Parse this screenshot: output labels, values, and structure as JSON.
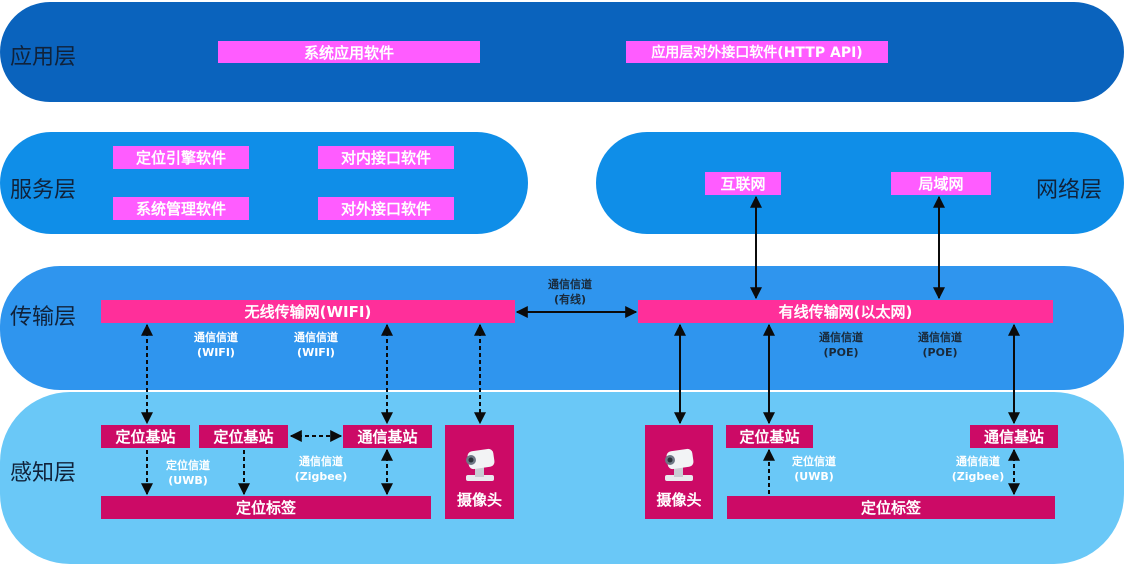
{
  "layers": {
    "application": {
      "title": "应用层",
      "boxes": [
        "系统应用软件",
        "应用层对外接口软件(HTTP API)"
      ]
    },
    "service": {
      "title": "服务层",
      "boxes": [
        "定位引擎软件",
        "对内接口软件",
        "系统管理软件",
        "对外接口软件"
      ]
    },
    "network": {
      "title": "网络层",
      "boxes": [
        "互联网",
        "局域网"
      ]
    },
    "transport": {
      "title": "传输层",
      "wireless": "无线传输网(WIFI)",
      "wired": "有线传输网(以太网)",
      "link": {
        "line1": "通信信道",
        "line2": "(有线)"
      },
      "wifi_channels": [
        {
          "line1": "通信信道",
          "line2": "(WIFI)"
        },
        {
          "line1": "通信信道",
          "line2": "(WIFI)"
        }
      ],
      "poe_channels": [
        {
          "line1": "通信信道",
          "line2": "(POE)"
        },
        {
          "line1": "通信信道",
          "line2": "(POE)"
        }
      ]
    },
    "perception": {
      "title": "感知层",
      "left": {
        "base1": "定位基站",
        "base2": "定位基站",
        "comm": "通信基站",
        "tag": "定位标签",
        "camera": "摄像头",
        "uwb": {
          "line1": "定位信道",
          "line2": "(UWB)"
        },
        "zigbee": {
          "line1": "通信信道",
          "line2": "(Zigbee)"
        }
      },
      "right": {
        "camera": "摄像头",
        "base": "定位基站",
        "comm": "通信基站",
        "tag": "定位标签",
        "uwb": {
          "line1": "定位信道",
          "line2": "(UWB)"
        },
        "zigbee": {
          "line1": "通信信道",
          "line2": "(Zigbee)"
        }
      }
    }
  },
  "colors": {
    "application_bg": "#0a63bd",
    "service_bg": "#0f8ee8",
    "transport_bg": "#2f95ee",
    "perception_bg": "#6ac8f7",
    "pink": "#ff5cff",
    "magenta": "#ff2f9a",
    "crimson": "#cc0a66"
  },
  "icons": [
    "camera-icon"
  ]
}
